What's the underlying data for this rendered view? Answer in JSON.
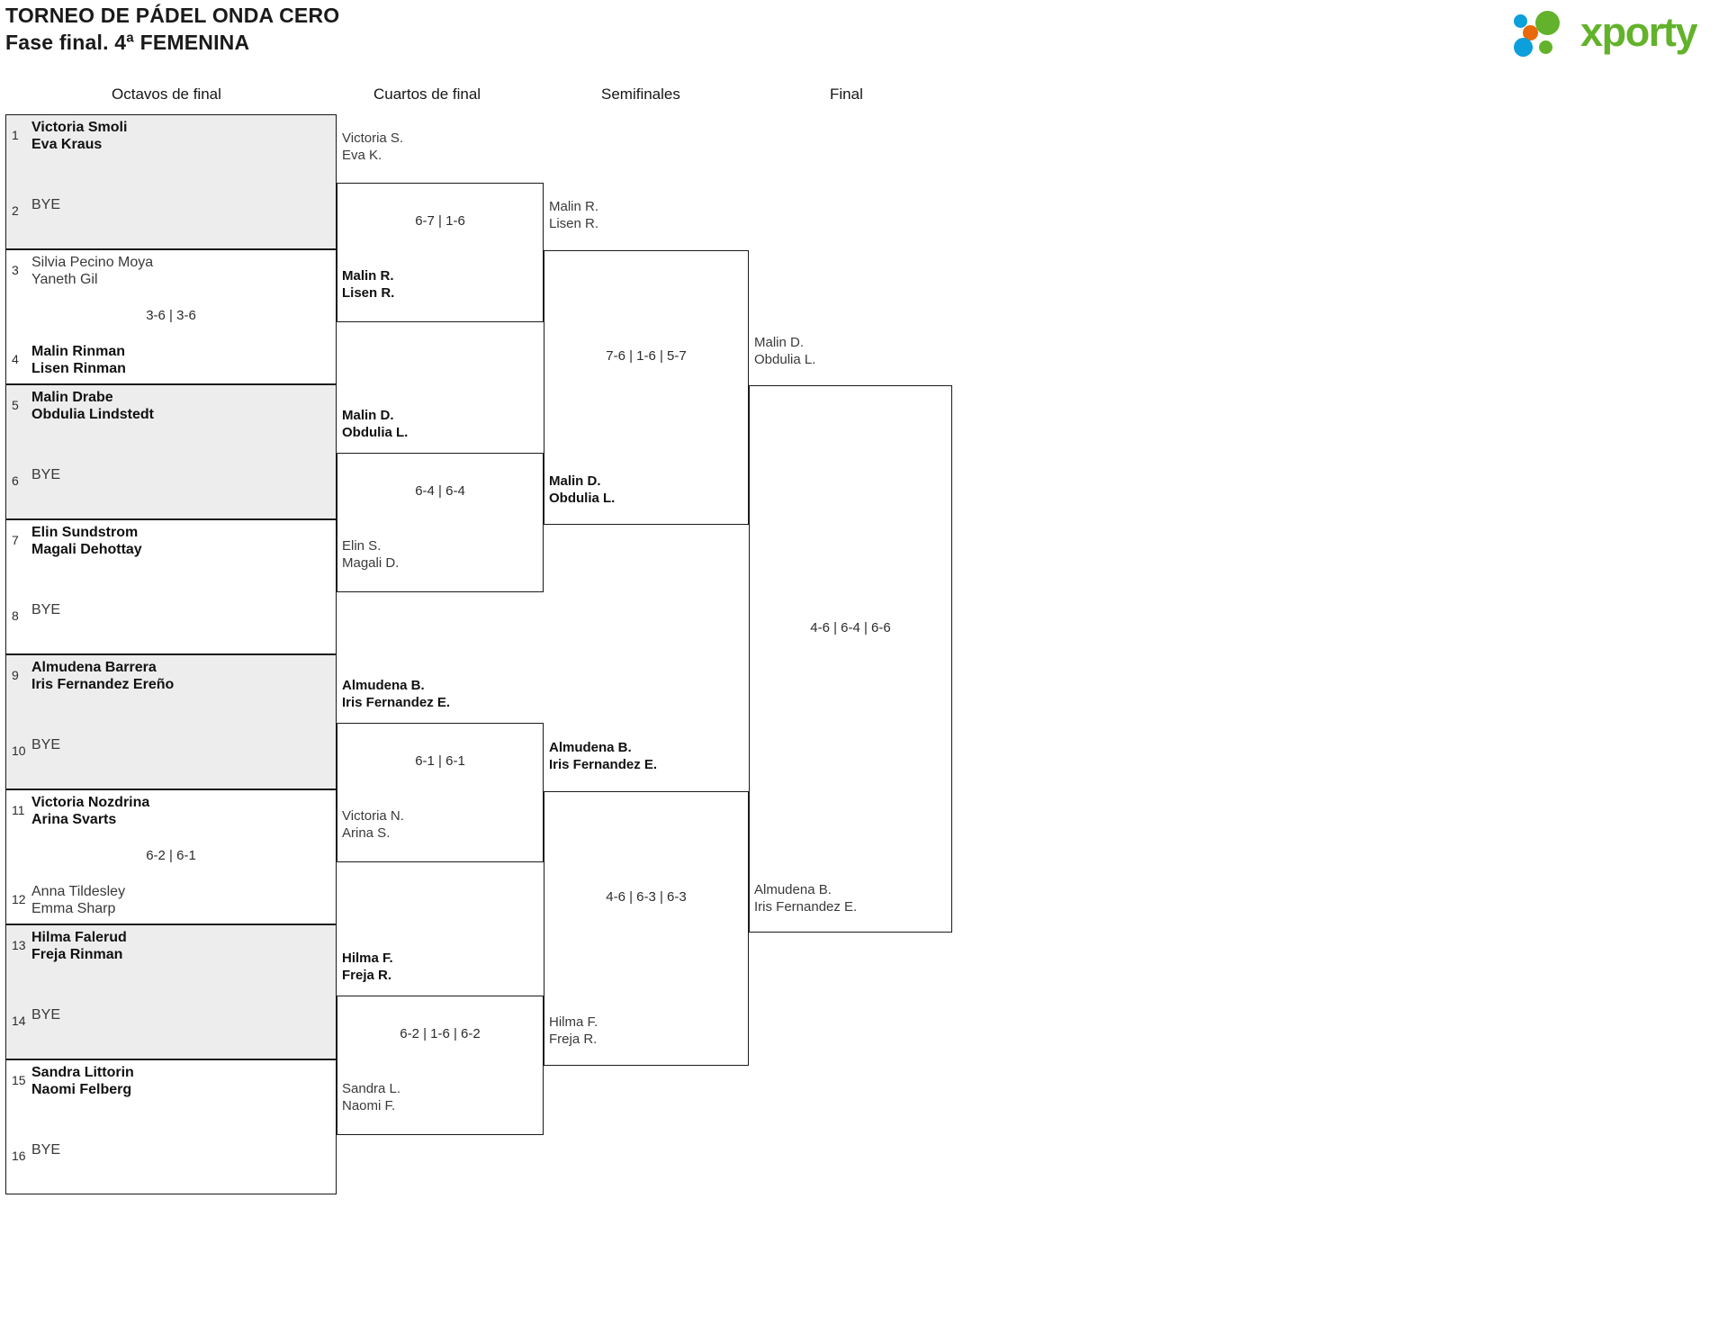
{
  "header": {
    "title_line1": "TORNEO DE PÁDEL ONDA CERO",
    "title_line2": "Fase final. 4ª FEMENINA",
    "logo_word": "xporty",
    "logo_colors": {
      "green": "#63b22b",
      "blue": "#0b9fdb",
      "orange": "#e8690b"
    }
  },
  "rounds": [
    {
      "label": "Octavos de final"
    },
    {
      "label": "Cuartos de final"
    },
    {
      "label": "Semifinales"
    },
    {
      "label": "Final"
    }
  ],
  "round1": {
    "matches": [
      {
        "top": {
          "seed": "1",
          "names": [
            "Victoria Smoli",
            "Eva Kraus"
          ],
          "winner": true,
          "bye": false
        },
        "bottom": {
          "seed": "2",
          "names": [
            "BYE"
          ],
          "winner": false,
          "bye": true
        },
        "score": ""
      },
      {
        "top": {
          "seed": "3",
          "names": [
            "Silvia Pecino Moya",
            "Yaneth Gil"
          ],
          "winner": false,
          "bye": false
        },
        "bottom": {
          "seed": "4",
          "names": [
            "Malin Rinman",
            "Lisen Rinman"
          ],
          "winner": true,
          "bye": false
        },
        "score": "3-6 | 3-6"
      },
      {
        "top": {
          "seed": "5",
          "names": [
            "Malin Drabe",
            "Obdulia Lindstedt"
          ],
          "winner": true,
          "bye": false
        },
        "bottom": {
          "seed": "6",
          "names": [
            "BYE"
          ],
          "winner": false,
          "bye": true
        },
        "score": ""
      },
      {
        "top": {
          "seed": "7",
          "names": [
            "Elin Sundstrom",
            "Magali Dehottay"
          ],
          "winner": true,
          "bye": false
        },
        "bottom": {
          "seed": "8",
          "names": [
            "BYE"
          ],
          "winner": false,
          "bye": true
        },
        "score": ""
      },
      {
        "top": {
          "seed": "9",
          "names": [
            "Almudena Barrera",
            "Iris Fernandez Ereño"
          ],
          "winner": true,
          "bye": false
        },
        "bottom": {
          "seed": "10",
          "names": [
            "BYE"
          ],
          "winner": false,
          "bye": true
        },
        "score": ""
      },
      {
        "top": {
          "seed": "11",
          "names": [
            "Victoria Nozdrina",
            "Arina Svarts"
          ],
          "winner": true,
          "bye": false
        },
        "bottom": {
          "seed": "12",
          "names": [
            "Anna Tildesley",
            "Emma Sharp"
          ],
          "winner": false,
          "bye": false
        },
        "score": "6-2 | 6-1"
      },
      {
        "top": {
          "seed": "13",
          "names": [
            "Hilma Falerud",
            "Freja Rinman"
          ],
          "winner": true,
          "bye": false
        },
        "bottom": {
          "seed": "14",
          "names": [
            "BYE"
          ],
          "winner": false,
          "bye": true
        },
        "score": ""
      },
      {
        "top": {
          "seed": "15",
          "names": [
            "Sandra Littorin",
            "Naomi Felberg"
          ],
          "winner": true,
          "bye": false
        },
        "bottom": {
          "seed": "16",
          "names": [
            "BYE"
          ],
          "winner": false,
          "bye": true
        },
        "score": ""
      }
    ]
  },
  "round2": {
    "matches": [
      {
        "top": {
          "names": [
            "Victoria S.",
            "Eva K."
          ],
          "winner": false
        },
        "bottom": {
          "names": [
            "Malin R.",
            "Lisen R."
          ],
          "winner": true
        },
        "score": "6-7 | 1-6"
      },
      {
        "top": {
          "names": [
            "Malin D.",
            "Obdulia L."
          ],
          "winner": true
        },
        "bottom": {
          "names": [
            "Elin S.",
            "Magali D."
          ],
          "winner": false
        },
        "score": "6-4 | 6-4"
      },
      {
        "top": {
          "names": [
            "Almudena B.",
            "Iris Fernandez E."
          ],
          "winner": true
        },
        "bottom": {
          "names": [
            "Victoria N.",
            "Arina S."
          ],
          "winner": false
        },
        "score": "6-1 | 6-1"
      },
      {
        "top": {
          "names": [
            "Hilma F.",
            "Freja R."
          ],
          "winner": true
        },
        "bottom": {
          "names": [
            "Sandra L.",
            "Naomi F."
          ],
          "winner": false
        },
        "score": "6-2 | 1-6 | 6-2"
      }
    ]
  },
  "round3": {
    "matches": [
      {
        "top": {
          "names": [
            "Malin R.",
            "Lisen R."
          ],
          "winner": false
        },
        "bottom": {
          "names": [
            "Malin D.",
            "Obdulia L."
          ],
          "winner": true
        },
        "score": "7-6 | 1-6 | 5-7"
      },
      {
        "top": {
          "names": [
            "Almudena B.",
            "Iris Fernandez E."
          ],
          "winner": true
        },
        "bottom": {
          "names": [
            "Hilma F.",
            "Freja R."
          ],
          "winner": false
        },
        "score": "4-6 | 6-3 | 6-3"
      }
    ]
  },
  "round4": {
    "matches": [
      {
        "top": {
          "names": [
            "Malin D.",
            "Obdulia L."
          ],
          "winner": false
        },
        "bottom": {
          "names": [
            "Almudena B.",
            "Iris Fernandez E."
          ],
          "winner": false
        },
        "score": "4-6 | 6-4 | 6-6"
      }
    ]
  }
}
